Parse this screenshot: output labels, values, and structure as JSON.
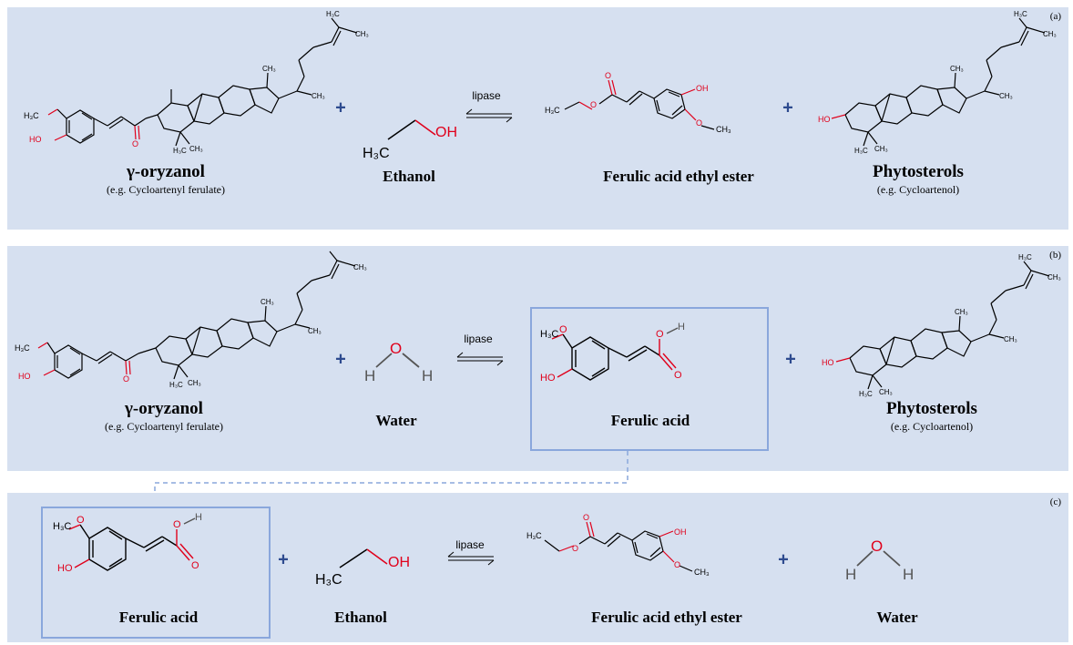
{
  "panels": [
    {
      "letter": "(a)",
      "compounds": [
        {
          "name": "γ-oryzanol",
          "sub": "(e.g. Cycloartenyl ferulate)"
        },
        {
          "name": "Ethanol"
        },
        {
          "name": "Ferulic acid ethyl ester"
        },
        {
          "name": "Phytosterols",
          "sub": "(e.g. Cycloartenol)"
        }
      ],
      "enzyme": "lipase",
      "plus": "+"
    },
    {
      "letter": "(b)",
      "compounds": [
        {
          "name": "γ-oryzanol",
          "sub": "(e.g. Cycloartenyl ferulate)"
        },
        {
          "name": "Water"
        },
        {
          "name": "Ferulic acid"
        },
        {
          "name": "Phytosterols",
          "sub": "(e.g. Cycloartenol)"
        }
      ],
      "enzyme": "lipase",
      "plus": "+"
    },
    {
      "letter": "(c)",
      "compounds": [
        {
          "name": "Ferulic acid"
        },
        {
          "name": "Ethanol"
        },
        {
          "name": "Ferulic acid ethyl ester"
        },
        {
          "name": "Water"
        }
      ],
      "enzyme": "lipase",
      "plus": "+"
    }
  ],
  "atoms": {
    "h3c": "H₃C",
    "oh": "OH",
    "h": "H",
    "o": "O",
    "ho": "HO",
    "ch3": "CH₃",
    "h3co": "H₃C"
  },
  "colors": {
    "panel_bg": "#d6e0f0",
    "plus": "#2e4b8f",
    "oxygen": "#e0001b",
    "box": "#8aa7dc",
    "bond": "#000000"
  }
}
